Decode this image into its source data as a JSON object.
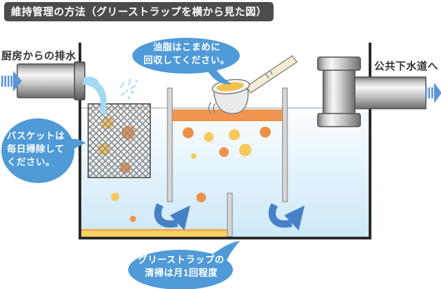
{
  "title": "維持管理の方法（グリーストラップを横から見た図）",
  "labels": {
    "inlet_pipe": "厨房からの排水",
    "outlet_pipe": "公共下水道へ"
  },
  "bubbles": {
    "grease_tip": {
      "line1": "油脂はこまめに",
      "line2": "回収してください。"
    },
    "basket_tip": {
      "line1": "バスケットは",
      "line2": "毎日掃除して",
      "line3": "ください。"
    },
    "cleaning_tip": {
      "line1": "グリーストラップの",
      "line2": "清掃は月1回程度"
    }
  },
  "colors": {
    "title-bg": "#4c4c4c",
    "title-text": "#ffffff",
    "label-text": "#333333",
    "bubble-blue": "#4f9ad7",
    "bubble-text": "#ffffff",
    "flow-arrow-blue": "#4680c6",
    "io-arrow-blue": "#5b94d8",
    "water-top": "#fbfdff",
    "water-bottom": "#cde8f8",
    "grease-orange": "#f09650",
    "oil-orange": "#ee9146",
    "oil-yellow": "#f8c85a",
    "sediment-yellow": "#f8d264",
    "sediment-edge": "#f0a64e",
    "splash-blue": "#a5d9f2",
    "basket-mesh": "#8f8f8f",
    "baffle-gray": "#d6d6d6",
    "tank-wall": "#2a2a2a",
    "ladle-oil": "#f2c14b"
  }
}
